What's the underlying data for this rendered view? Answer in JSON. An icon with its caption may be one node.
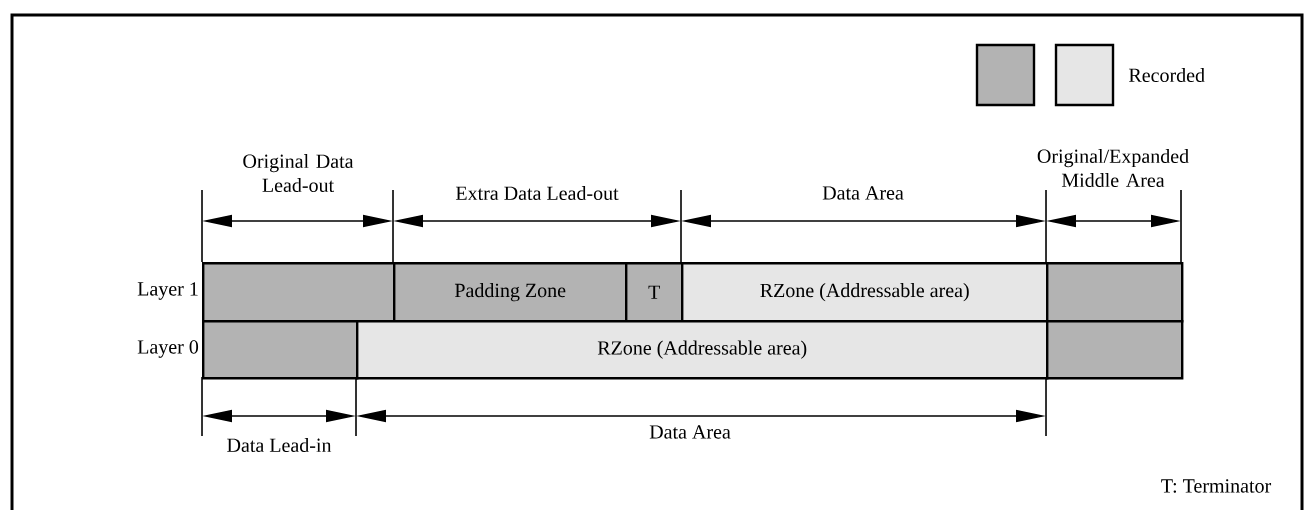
{
  "diagram": {
    "nodes": [
      {
        "text": [],
        "shape": "box"
      },
      {
        "text": [
          "Padding Zone"
        ]
      },
      {
        "text": [
          "T"
        ]
      },
      {
        "text": [
          "RZone (Addressable area)"
        ]
      },
      {
        "text": [],
        "shape": "box"
      },
      {
        "text": [],
        "shape": "box"
      },
      {
        "text": [
          "RZone (Addressable area)"
        ]
      },
      {
        "text": [],
        "shape": "box"
      }
    ],
    "labels": [
      "Original Data Lead-out",
      "Extra Data Lead-out",
      "Data Area",
      "Original/Expanded Middle Area",
      "Layer 1",
      "Layer 0",
      "Data Lead-in",
      "Data Area",
      "T: Terminator"
    ],
    "legend": [
      {
        "text": "Recorded",
        "color": "#e6e6e6"
      }
    ]
  }
}
